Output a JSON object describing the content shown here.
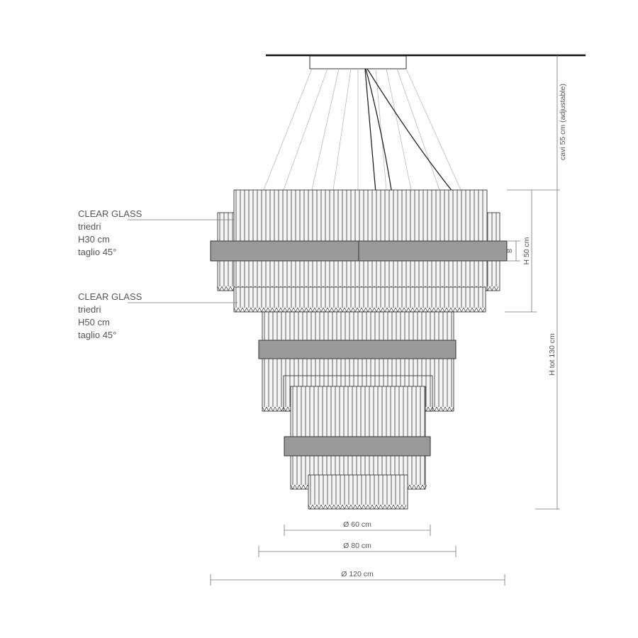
{
  "labels": [
    {
      "material": "CLEAR GLASS",
      "type": "triedri",
      "height": "H30 cm",
      "cut": "taglio 45°"
    },
    {
      "material": "CLEAR GLASS",
      "type": "triedri",
      "height": "H50 cm",
      "cut": "taglio 45°"
    }
  ],
  "dimensions": {
    "cables": "cavi 55 cm (adjustable)",
    "ring_height": "8",
    "tier_height": "H 50 cm",
    "total_height": "H tot 130 cm",
    "diameter_small": "Ø 60 cm",
    "diameter_medium": "Ø 80 cm",
    "diameter_large": "Ø 120 cm"
  },
  "colors": {
    "line": "#444444",
    "ring": "#9a9a9a",
    "crystal": "#222222",
    "dim": "#777777"
  }
}
